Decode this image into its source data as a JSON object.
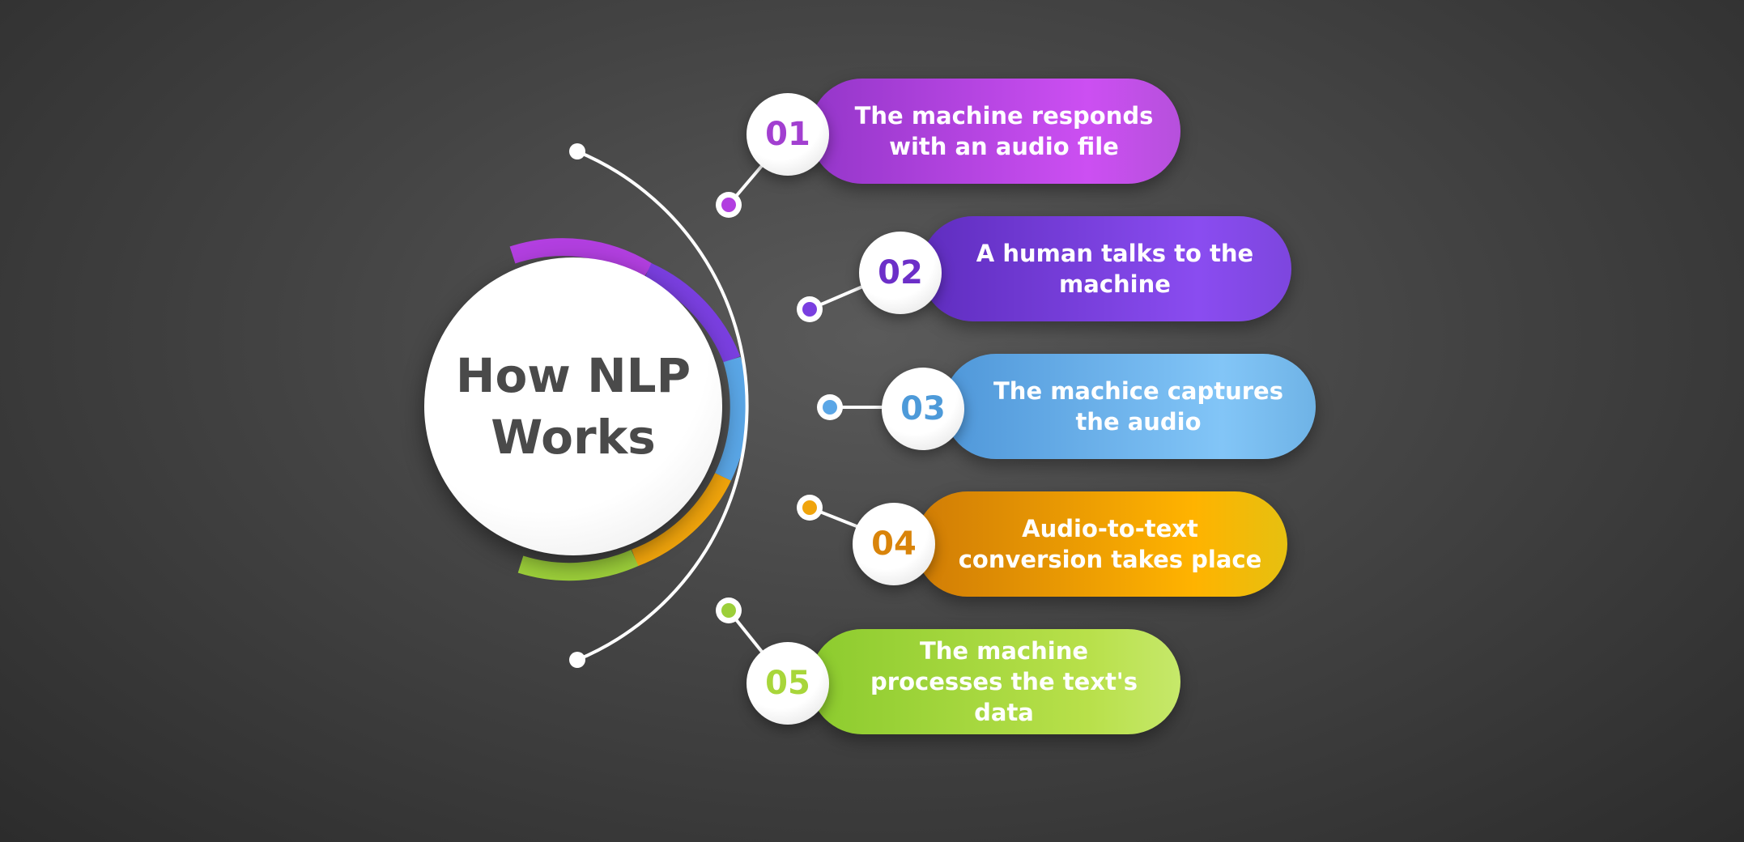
{
  "title": "How NLP Works",
  "colors": {
    "step1": "#b23fe0",
    "step2": "#7a3fe0",
    "step3": "#5aa6e6",
    "step4": "#e8900c",
    "step5": "#9ccf3a"
  },
  "steps": [
    {
      "number": "01",
      "text": "The machine responds with an audio file",
      "color": "#a23fd0"
    },
    {
      "number": "02",
      "text": "A human talks to the machine",
      "color": "#6c2fc8"
    },
    {
      "number": "03",
      "text": "The machice captures the audio",
      "color": "#4d9ad9"
    },
    {
      "number": "04",
      "text": "Audio-to-text conversion takes place",
      "color": "#d9840a"
    },
    {
      "number": "05",
      "text": "The machine processes the text's data",
      "color": "#a8d63a"
    }
  ]
}
